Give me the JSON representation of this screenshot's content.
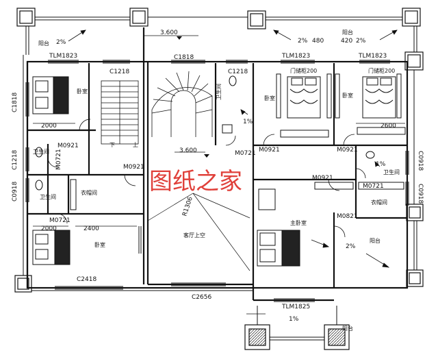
{
  "watermark": "图纸之家",
  "elevation_labels": [
    "3.600",
    "3.600"
  ],
  "slope_labels": [
    "2%",
    "2%",
    "2%",
    "1%",
    "1%",
    "1%",
    "2%"
  ],
  "dims": [
    "480",
    "420",
    "2000",
    "2400",
    "2000",
    "2600"
  ],
  "codes": {
    "window_tl_left": "TLM1823",
    "window_tl_mid": "TLM1823",
    "window_tl_right": "TLM1823",
    "window_c1818_top": "C1818",
    "window_c1218_top": "C1218",
    "window_c1218_top2": "C1218",
    "window_c1818_side": "C1818",
    "window_c1218_side": "C1218",
    "window_c0918_side": "C0918",
    "window_c0918_right": "C0918",
    "window_c0918_right2": "C0918",
    "window_c2418": "C2418",
    "window_c2656": "C2656",
    "window_tlm1825": "TLM1825",
    "door_m0921_a": "M0921",
    "door_m0921_b": "M0921",
    "door_m0921_c": "M0921",
    "door_m0921_d": "M0921",
    "door_m0921_e": "M0921",
    "door_m0721_a": "M0721",
    "door_m0721_b": "M0721",
    "door_m0721_c": "M0721",
    "door_m0721_d": "M0721",
    "door_m0821": "M0821",
    "radius": "R1306",
    "wardrobe_a": "门储柜200",
    "wardrobe_b": "门储柜200"
  },
  "rooms": {
    "balcony_tl": "阳台",
    "balcony_tr": "阳台",
    "balcony_r": "阳台",
    "balcony_b": "阳台",
    "bedroom_tl": "卧室",
    "bedroom_bl": "卧室",
    "bedroom_mid": "卧室",
    "bedroom_r": "卧室",
    "master_bedroom": "主卧室",
    "bath_a": "卫生间",
    "bath_b": "卫生间",
    "bath_c": "卫生间",
    "bath_d": "卫生间",
    "closet_a": "衣帽间",
    "closet_b": "衣帽间",
    "void": "客厅上空",
    "stair_down": "下",
    "stair_up": "上"
  }
}
